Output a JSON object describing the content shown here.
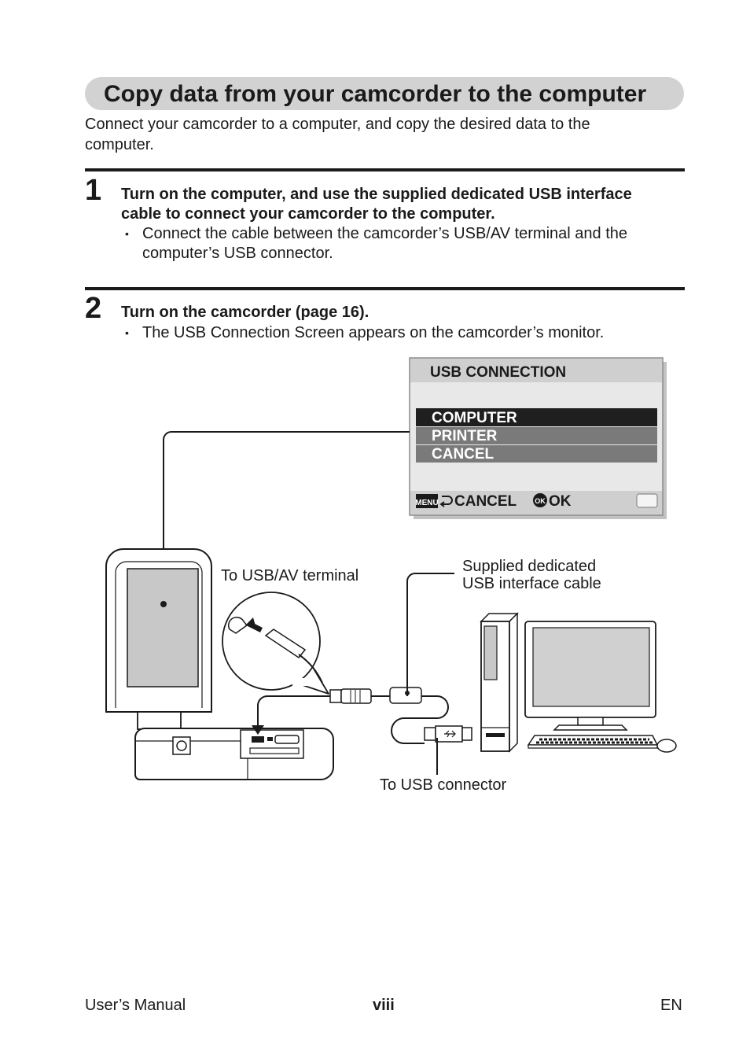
{
  "page": {
    "title": "Copy data from your camcorder to the computer",
    "intro_line1": "Connect your camcorder to a computer, and copy the desired data to the",
    "intro_line2": "computer."
  },
  "steps": [
    {
      "number": "1",
      "heading_line1": "Turn on the computer, and use the supplied dedicated USB interface",
      "heading_line2": "cable to connect your camcorder to the computer.",
      "bullet_line1": "Connect the cable between the camcorder’s USB/AV terminal and the",
      "bullet_line2": "computer’s USB connector."
    },
    {
      "number": "2",
      "heading_line1": "Turn on the camcorder  (page 16).",
      "bullet_line1": "The USB Connection Screen appears on the camcorder’s monitor."
    }
  ],
  "bullet_symbol": "•",
  "usb_screen": {
    "title": "USB CONNECTION",
    "options": [
      "COMPUTER",
      "PRINTER",
      "CANCEL"
    ],
    "selected_index": 0,
    "menu_key": "MENU",
    "cancel_label": "CANCEL",
    "ok_key": "OK",
    "ok_label": "OK"
  },
  "labels": {
    "usb_av_terminal": "To USB/AV terminal",
    "cable_line1": "Supplied dedicated",
    "cable_line2": "USB interface cable",
    "usb_connector": "To USB connector"
  },
  "footer": {
    "left": "User’s Manual",
    "center": "viii",
    "right": "EN"
  },
  "colors": {
    "title_bar": "#d2d2d2",
    "screen_bg": "#e8e8e8",
    "screen_header": "#cfcfcf",
    "selected_row": "#1f1f1f",
    "unselected_row": "#7a7a7a",
    "lcd_gray": "#c8c8c8"
  }
}
